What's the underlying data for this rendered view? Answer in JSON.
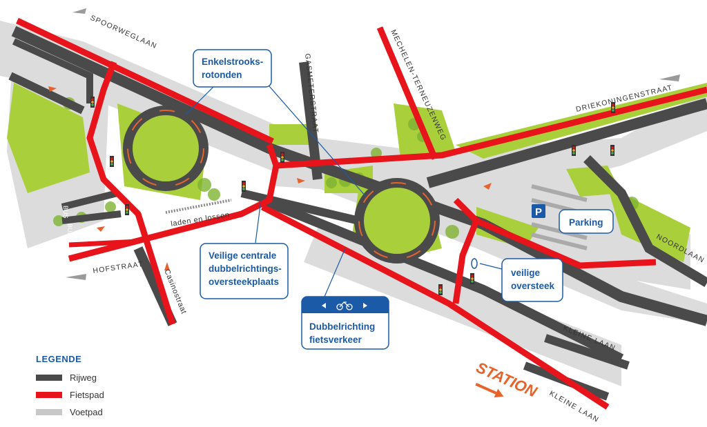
{
  "streets": {
    "spoorweglaan": "SPOORWEGLAAN",
    "gasmeterstraat": "GASMETERSTRAAT",
    "mechelen": "MECHELEN-TERNEUZENWEG",
    "driekoningenstraat": "DRIEKONINGENSTRAAT",
    "noordlaan": "NOORDLAAN",
    "kleine_laan_1": "KLEINE LAAN",
    "kleine_laan_2": "KLEINE LAAN",
    "hofstraat": "HOFSTRAAT",
    "casinostraat": "Casinostraat",
    "laden": "laden en lossen",
    "bus1": "BUS",
    "bus2": "BUS"
  },
  "callouts": {
    "rotonden": [
      "Enkelstrooks-",
      "rotonden"
    ],
    "oversteekplaats": [
      "Veilige centrale",
      "dubbelrichtings-",
      "oversteekplaats"
    ],
    "fiets": [
      "Dubbelrichting",
      "fietsverkeer"
    ],
    "parking": "Parking",
    "parking_sign": "P",
    "oversteek": [
      "veilige",
      "oversteek"
    ]
  },
  "station": "STATION",
  "legend": {
    "title": "LEGENDE",
    "items": [
      {
        "label": "Rijweg",
        "color": "#4a4a4a"
      },
      {
        "label": "Fietspad",
        "color": "#e8141c"
      },
      {
        "label": "Voetpad",
        "color": "#c8c8c8"
      }
    ]
  },
  "colors": {
    "road": "#4a4a4a",
    "bike": "#e8141c",
    "sidewalk": "#d9d9d9",
    "green": "#a9cf3a",
    "accent": "#1a5aa6",
    "arrow": "#e8632b"
  }
}
